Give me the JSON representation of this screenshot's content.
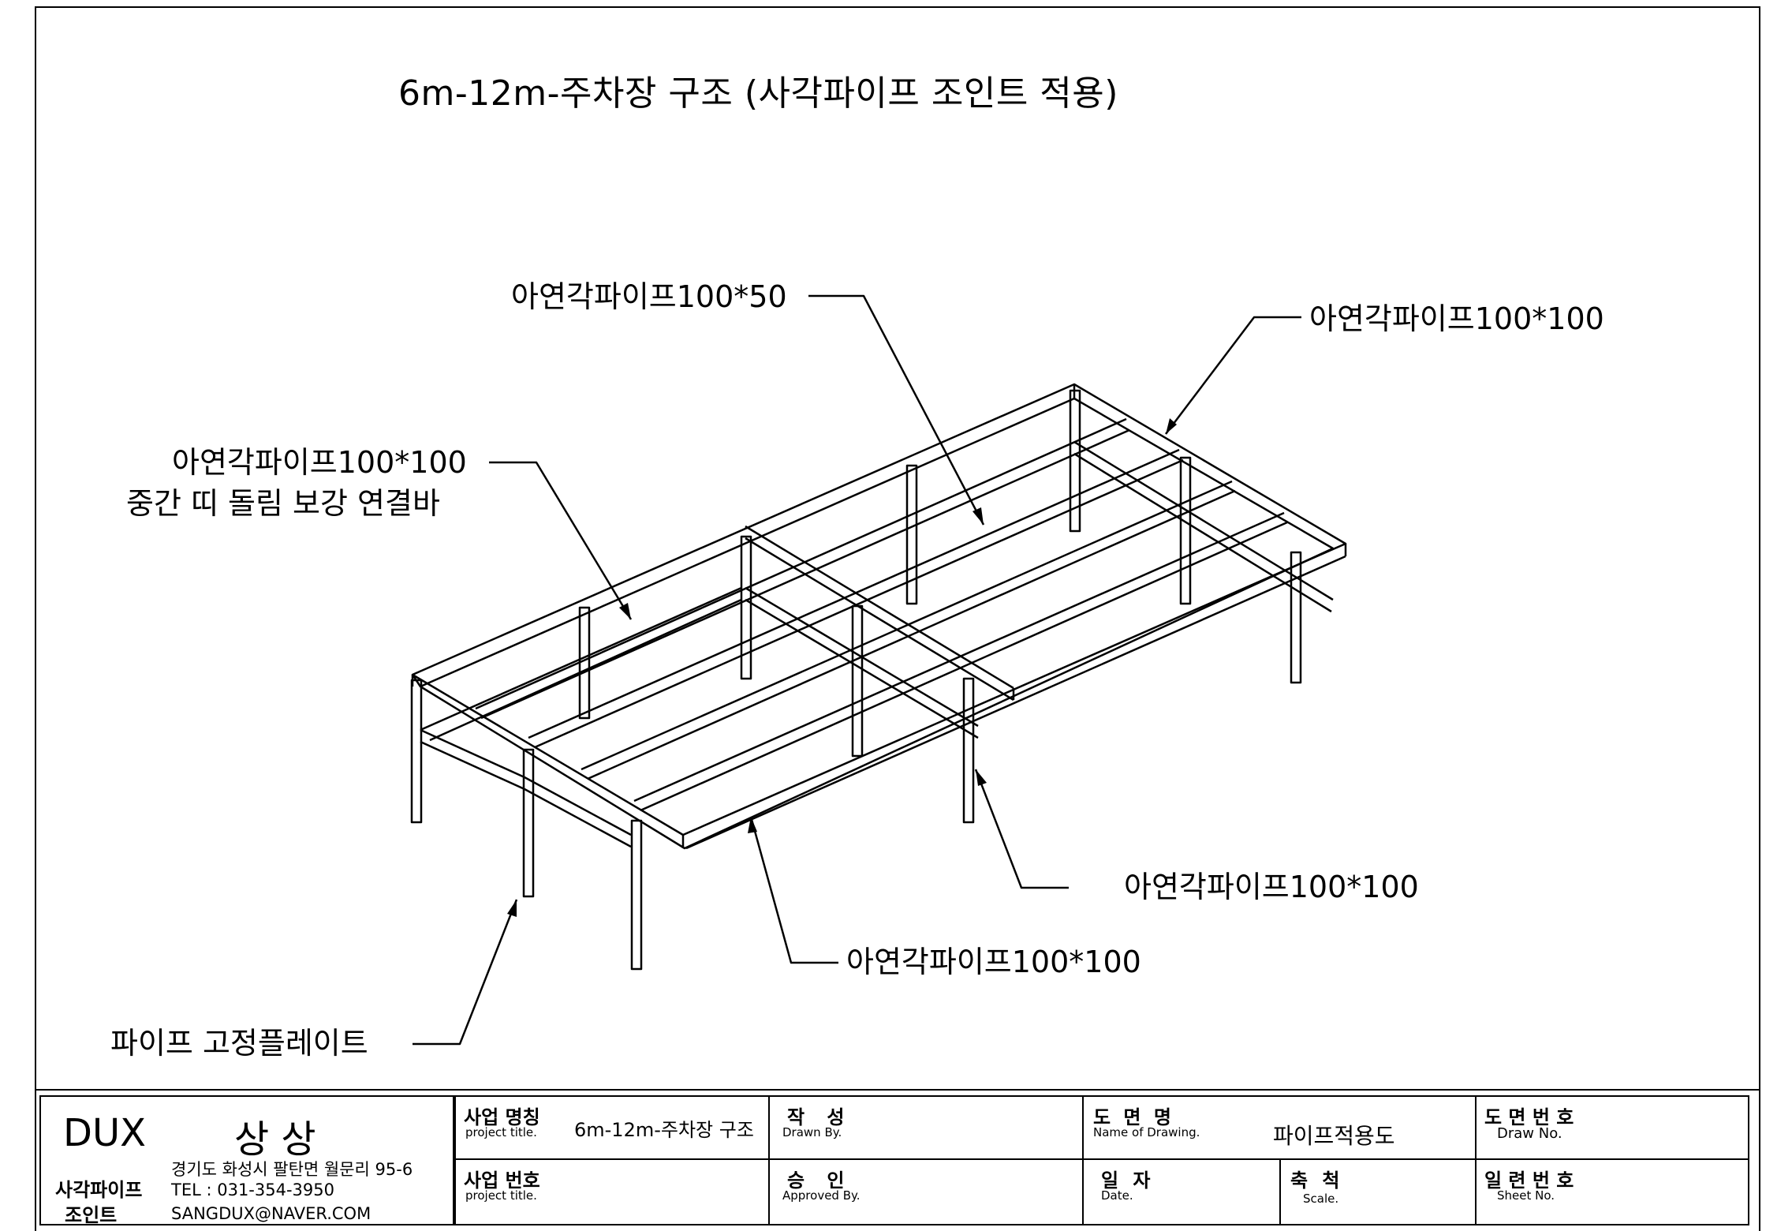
{
  "drawing": {
    "title": "6m-12m-주차장 구조 (사각파이프 조인트 적용)",
    "callouts": {
      "top_center": "아연각파이프100*50",
      "top_right": "아연각파이프100*100",
      "left_line1": "아연각파이프100*100",
      "left_line2": "중간 띠 돌림 보강 연결바",
      "bottom_right": "아연각파이프100*100",
      "bottom_center": "아연각파이프100*100",
      "bottom_left": "파이프 고정플레이트"
    }
  },
  "title_block": {
    "company_name": "DUX",
    "company_name2": "상 상",
    "product_line1": "사각파이프",
    "product_line2": "조인트",
    "address": "경기도 화성시 팔탄면 월문리 95-6",
    "tel": "TEL : 031-354-3950",
    "email": "SANGDUX@NAVER.COM",
    "project_name_ko": "사업 명칭",
    "project_name_en": "project title.",
    "project_name_value": "6m-12m-주차장 구조",
    "project_no_ko": "사업 번호",
    "project_no_en": "project title.",
    "drawn_ko": "작 성",
    "drawn_en": "Drawn By.",
    "approved_ko": "승 인",
    "approved_en": "Approved By.",
    "drawing_name_ko": "도 면 명",
    "drawing_name_en": "Name of Drawing.",
    "drawing_name_value": "파이프적용도",
    "date_ko": "일 자",
    "date_en": "Date.",
    "scale_ko": "축 척",
    "scale_en": "Scale.",
    "drawing_no_ko": "도 면 번 호",
    "drawing_no_en": "Draw No.",
    "sheet_no_ko": "일 련 번 호",
    "sheet_no_en": "Sheet No."
  }
}
